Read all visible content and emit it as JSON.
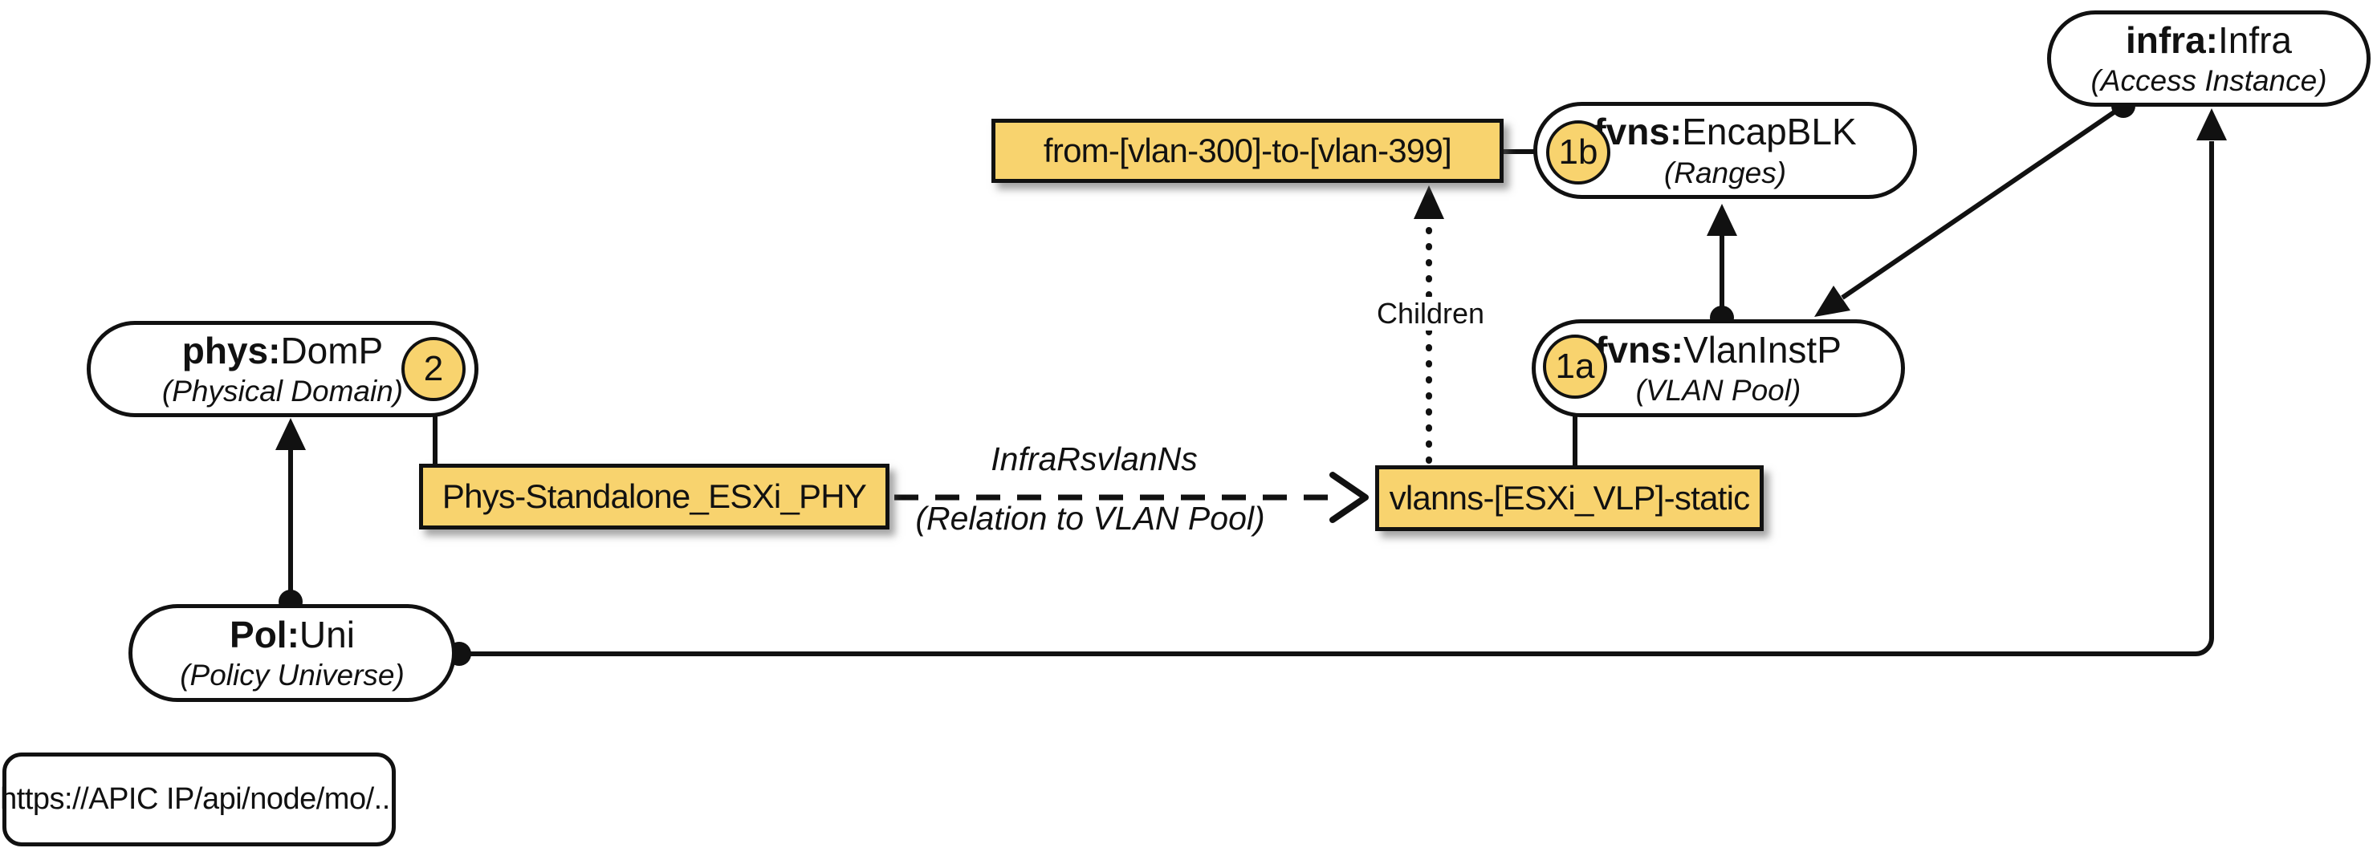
{
  "nodes": {
    "infra": {
      "prefix": "infra:",
      "name": "Infra",
      "subtitle": "(Access Instance)"
    },
    "encapblk": {
      "prefix": "fvns:",
      "name": "EncapBLK",
      "subtitle": "(Ranges)",
      "badge": "1b"
    },
    "vlaninstp": {
      "prefix": "fvns:",
      "name": "VlanInstP",
      "subtitle": "(VLAN Pool)",
      "badge": "1a"
    },
    "physdomp": {
      "prefix": "phys:",
      "name": "DomP",
      "subtitle": "(Physical Domain)",
      "badge": "2"
    },
    "poluni": {
      "prefix": "Pol:",
      "name": "Uni",
      "subtitle": "(Policy Universe)"
    },
    "apiurl": {
      "label": "https://APIC IP/api/node/mo/..."
    }
  },
  "mo_boxes": {
    "encap_range": "from-[vlan-300]-to-[vlan-399]",
    "phys_domain": "Phys-Standalone_ESXi_PHY",
    "vlan_pool": "vlanns-[ESXi_VLP]-static"
  },
  "edge_labels": {
    "relation_name": "InfraRsvlanNs",
    "relation_desc": "(Relation to VLAN Pool)",
    "children": "Children"
  },
  "colors": {
    "highlight_fill": "#F8D36E",
    "node_fill": "#FFFFFF",
    "line": "#111111"
  }
}
